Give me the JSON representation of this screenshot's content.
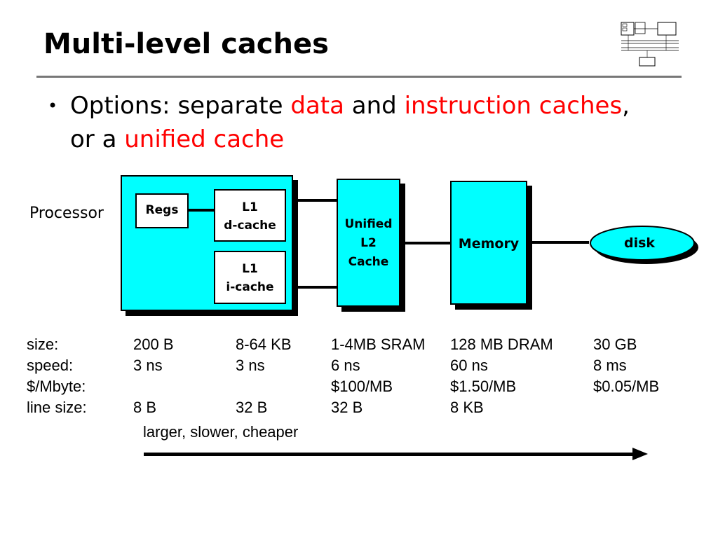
{
  "slide": {
    "title": "Multi-level caches",
    "bullet_marker": "•",
    "bullet": {
      "p1": "Options: separate ",
      "p2": "data",
      "p3": " and ",
      "p4": "instruction caches",
      "p5": ",",
      "p6": "or a ",
      "p7": "unified cache"
    }
  },
  "diagram": {
    "processor_label": "Processor",
    "regs": "Regs",
    "l1d": [
      "L1",
      "d-cache"
    ],
    "l1i": [
      "L1",
      "i-cache"
    ],
    "l2": [
      "Unified",
      "L2",
      "Cache"
    ],
    "memory": "Memory",
    "disk": "disk"
  },
  "table": {
    "row_labels": [
      "size:",
      "speed:",
      "$/Mbyte:",
      "line size:"
    ],
    "columns": [
      [
        "200 B",
        "3 ns",
        "",
        "8 B"
      ],
      [
        "8-64 KB",
        "3  ns",
        "",
        "32 B"
      ],
      [
        "1-4MB SRAM",
        "6 ns",
        "$100/MB",
        "32 B"
      ],
      [
        "128 MB DRAM",
        "60 ns",
        "$1.50/MB",
        "8  KB"
      ],
      [
        "30 GB",
        "8 ms",
        "$0.05/MB",
        ""
      ]
    ],
    "trend_label": "larger, slower, cheaper"
  },
  "colors": {
    "accent": "#00ffff",
    "highlight_text": "#ff0000",
    "rule": "#777777"
  },
  "icons": [
    "thumbnail-system-diagram-icon",
    "arrow-right-icon"
  ]
}
